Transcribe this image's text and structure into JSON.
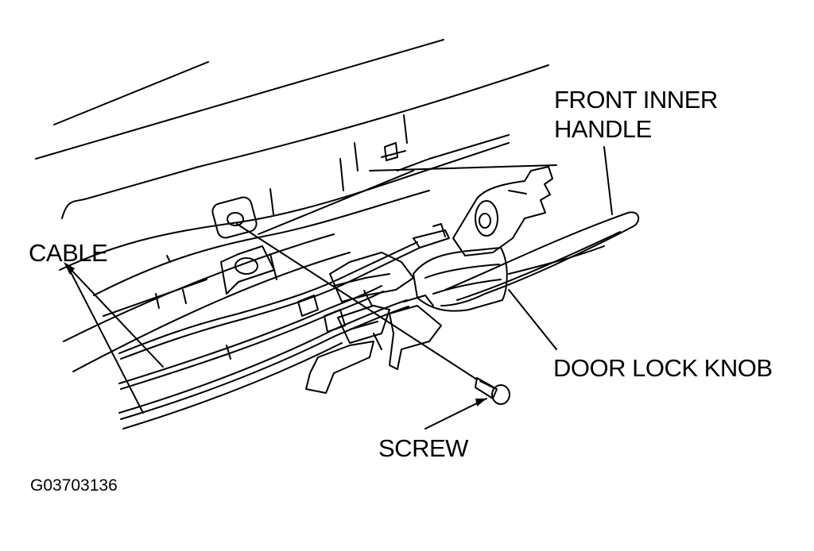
{
  "labels": {
    "front_inner_handle_line1": "FRONT INNER",
    "front_inner_handle_line2": "HANDLE",
    "cable": "CABLE",
    "door_lock_knob": "DOOR LOCK KNOB",
    "screw": "SCREW",
    "figure_id": "G03703136"
  },
  "colors": {
    "ink": "#000000",
    "paper": "#ffffff"
  }
}
